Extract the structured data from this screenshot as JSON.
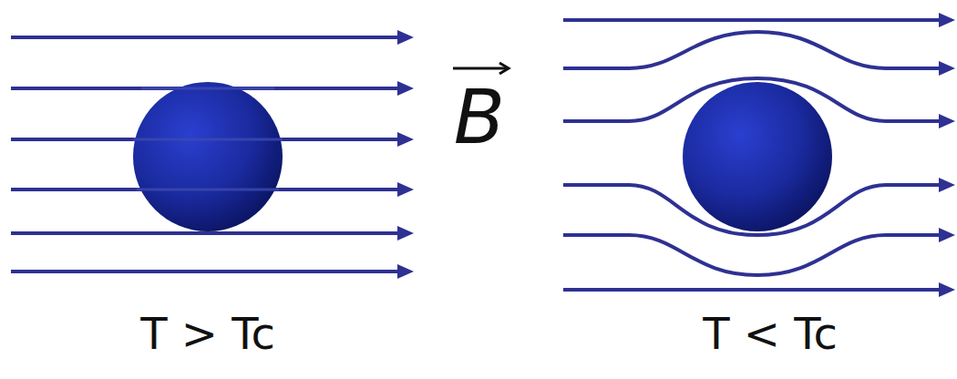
{
  "diagram": {
    "labels": [
      "T > Tc",
      "B",
      "T < Tc"
    ]
  }
}
